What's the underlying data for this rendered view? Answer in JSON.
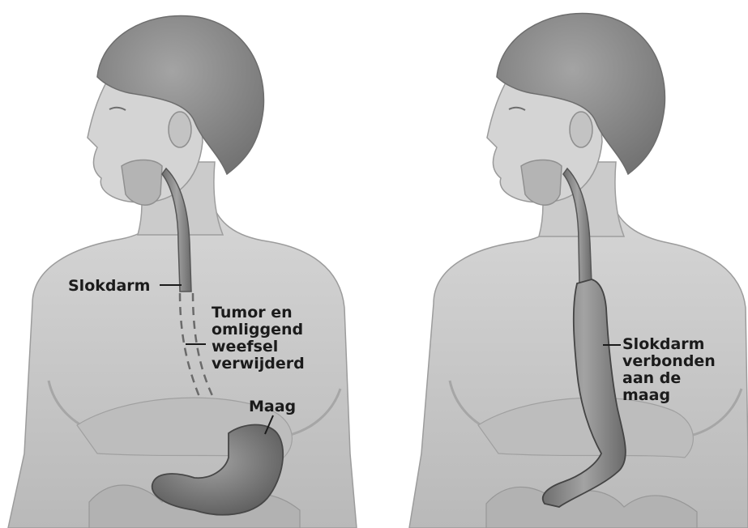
{
  "panels": {
    "before": {
      "labels": {
        "esophagus": "Slokdarm",
        "removed": [
          "Tumor en",
          "omliggend",
          "weefsel",
          "verwijderd"
        ],
        "stomach": "Maag"
      }
    },
    "after": {
      "labels": {
        "connected": [
          "Slokdarm",
          "verbonden",
          "aan de",
          "maag"
        ]
      }
    }
  },
  "colors": {
    "background": "#ffffff",
    "skin": "#d2d2d2",
    "skin_shadow": "#a9a9a9",
    "hair": "#8c8c8c",
    "organ": "#8a8a8a",
    "organ_dark": "#5a5a5a",
    "text": "#1b1b1b"
  }
}
